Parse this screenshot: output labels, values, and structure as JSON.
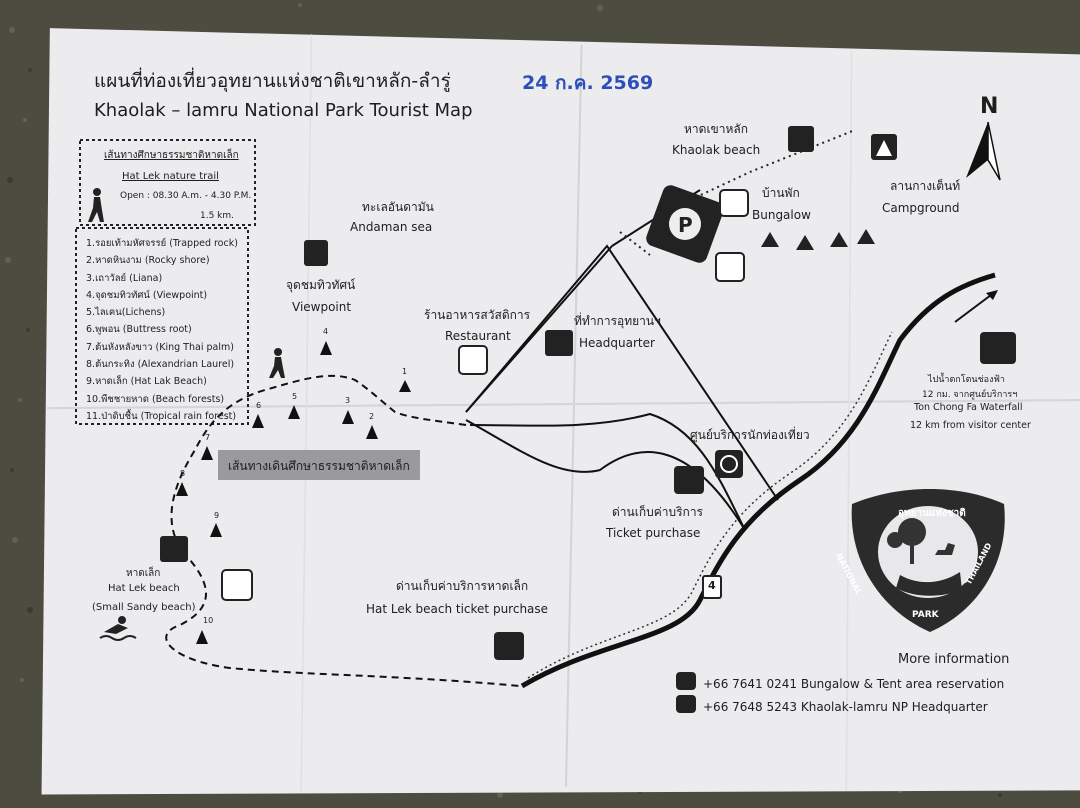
{
  "title": {
    "thai": "แผนที่ท่องเที่ยวอุทยานแห่งชาติเขาหลัก-ลำรู่",
    "english": "Khaolak – lamru National Park Tourist Map"
  },
  "date_stamp": "24 ก.ค. 2569",
  "north_label": "N",
  "trail_box": {
    "thai_title": "เส้นทางศึกษาธรรมชาติหาดเล็ก",
    "english_title": "Hat Lek nature trail",
    "hours": "Open : 08.30 A.m. - 4.30 P.M.",
    "distance": "1.5 km."
  },
  "legend_points": [
    "1.รอยเท้ามหัศจรรย์ (Trapped rock)",
    "2.หาดหินงาม (Rocky shore)",
    "3.เถาวัลย์ (Liana)",
    "4.จุดชมทิวทัศน์ (Viewpoint)",
    "5.ไลเคน(Lichens)",
    "6.พูพอน (Buttress root)",
    "7.ต้นหังหลังขาว (King Thai palm)",
    "8.ต้นกระทิง (Alexandrian Laurel)",
    "9.หาดเล็ก (Hat Lak Beach)",
    "10.พืชชายหาด (Beach forests)",
    "11.ป่าดิบชื้น (Tropical rain forest)"
  ],
  "map_labels": {
    "andaman_thai": "ทะเลอันดามัน",
    "andaman_en": "Andaman sea",
    "viewpoint_thai": "จุดชมทิวทัศน์",
    "viewpoint_en": "Viewpoint",
    "restaurant_thai": "ร้านอาหารสวัสดิการ",
    "restaurant_en": "Restaurant",
    "hq_thai": "ที่ทำการอุทยานฯ",
    "hq_en": "Headquarter",
    "khaolak_beach_thai": "หาดเขาหลัก",
    "khaolak_beach_en": "Khaolak beach",
    "bungalow_thai": "บ้านพัก",
    "bungalow_en": "Bungalow",
    "campground_thai": "ลานกางเต็นท์",
    "campground_en": "Campground",
    "visitor_center_thai": "ศูนย์บริการนักท่องเที่ยว",
    "ticket_thai": "ด่านเก็บค่าบริการ",
    "ticket_en": "Ticket purchase",
    "hatlek_ticket_thai": "ด่านเก็บค่าบริการหาดเล็ก",
    "hatlek_ticket_en": "Hat Lek beach ticket purchase",
    "hatlek_thai": "หาดเล็ก",
    "hatlek_en": "Hat Lek beach",
    "hatlek_sub": "(Small Sandy beach)",
    "trail_map_label": "เส้นทางเดินศึกษาธรรมชาติหาดเล็ก",
    "waterfall_thai1": "ไปน้ำตกโตนช่องฟ้า",
    "waterfall_thai2": "12 กม. จากศูนย์บริการฯ",
    "waterfall_en1": "Ton Chong Fa Waterfall",
    "waterfall_en2": "12 km from visitor center",
    "road_number": "4"
  },
  "trail_points": [
    "1",
    "2",
    "3",
    "4",
    "5",
    "6",
    "7",
    "8",
    "9",
    "10"
  ],
  "emblem": {
    "top_thai": "อุทยานแห่งชาติ",
    "left": "NATIONAL",
    "right": "THAILAND",
    "bottom": "PARK"
  },
  "info": {
    "heading": "More information",
    "phone1": "+66 7641 0241 Bungalow & Tent area reservation",
    "phone2": "+66 7648 5243 Khaolak-lamru NP Headquarter"
  },
  "colors": {
    "paper": "#eeeef0",
    "ink": "#1e1e1e",
    "stamp": "#2d4fb8",
    "background": "#4a4a3e"
  },
  "icons": [
    "parking-icon",
    "toilet-icon",
    "bungalow-icon",
    "tent-icon",
    "beach-icon",
    "viewpoint-icon",
    "restaurant-icon",
    "headquarter-icon",
    "visitor-center-icon",
    "ticket-booth-icon",
    "waterfall-icon",
    "swimmer-icon",
    "hiker-icon",
    "phone-icon",
    "north-arrow-icon"
  ]
}
